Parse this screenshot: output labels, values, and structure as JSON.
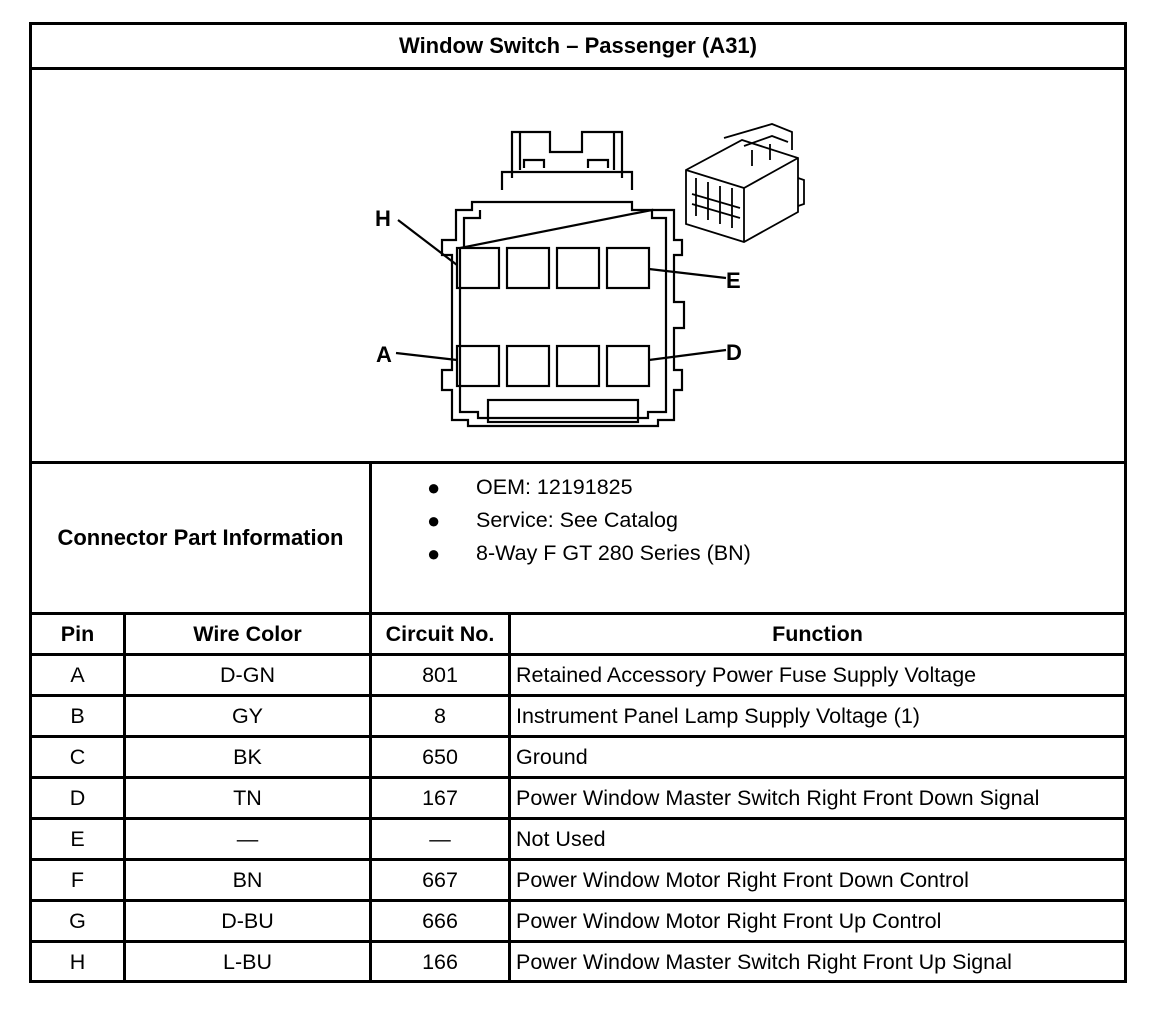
{
  "title": "Window Switch – Passenger (A31)",
  "diagram": {
    "pin_labels": {
      "top_left": "H",
      "top_right": "E",
      "bottom_left": "A",
      "bottom_right": "D"
    }
  },
  "connector_part_info": {
    "label": "Connector Part Information",
    "items": [
      "OEM: 12191825",
      "Service: See Catalog",
      "8-Way F GT 280 Series (BN)"
    ]
  },
  "pin_table": {
    "headers": [
      "Pin",
      "Wire Color",
      "Circuit No.",
      "Function"
    ],
    "rows": [
      [
        "A",
        "D-GN",
        "801",
        "Retained Accessory Power Fuse Supply Voltage"
      ],
      [
        "B",
        "GY",
        "8",
        "Instrument Panel Lamp Supply Voltage (1)"
      ],
      [
        "C",
        "BK",
        "650",
        "Ground"
      ],
      [
        "D",
        "TN",
        "167",
        "Power Window Master Switch Right Front Down Signal"
      ],
      [
        "E",
        "—",
        "—",
        "Not Used"
      ],
      [
        "F",
        "BN",
        "667",
        "Power Window Motor Right Front Down Control"
      ],
      [
        "G",
        "D-BU",
        "666",
        "Power Window Motor Right Front Up Control"
      ],
      [
        "H",
        "L-BU",
        "166",
        "Power Window Master Switch Right Front Up Signal"
      ]
    ]
  }
}
